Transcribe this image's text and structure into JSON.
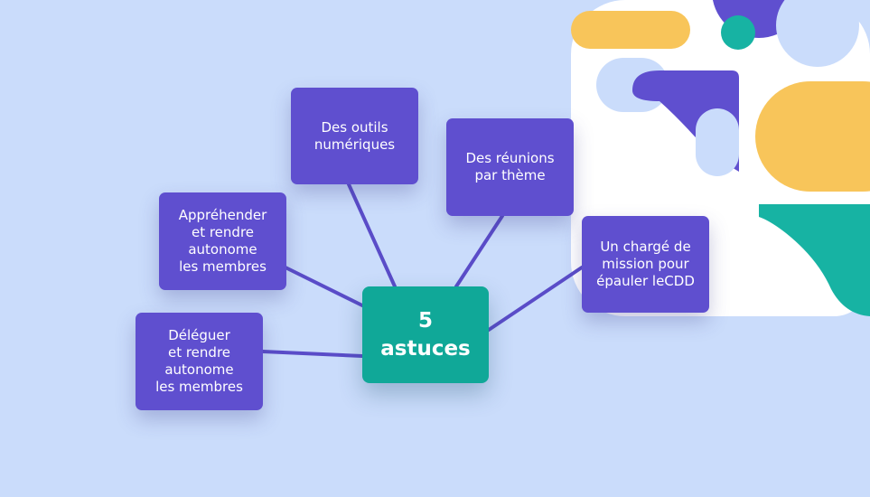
{
  "center": {
    "label": "5\nastuces"
  },
  "nodes": [
    {
      "id": "outils",
      "label": "Des outils\nnumériques"
    },
    {
      "id": "reunions",
      "label": "Des réunions\npar thème"
    },
    {
      "id": "apprehender",
      "label": "Appréhender\net rendre\nautonome\nles membres"
    },
    {
      "id": "charge",
      "label": "Un chargé de\nmission pour\népauler leCDD"
    },
    {
      "id": "deleguer",
      "label": "Déléguer\net rendre\nautonome\nles membres"
    }
  ],
  "colors": {
    "background": "#cadcfb",
    "node": "#5f4fcf",
    "center": "#10a898",
    "connector": "#5a4cc8",
    "text": "#ffffff",
    "deco_yellow": "#f8c55a",
    "deco_teal": "#17b3a3",
    "deco_purple": "#5f4fcf",
    "deco_lightblue": "#cadcfb",
    "deco_white": "#ffffff"
  }
}
